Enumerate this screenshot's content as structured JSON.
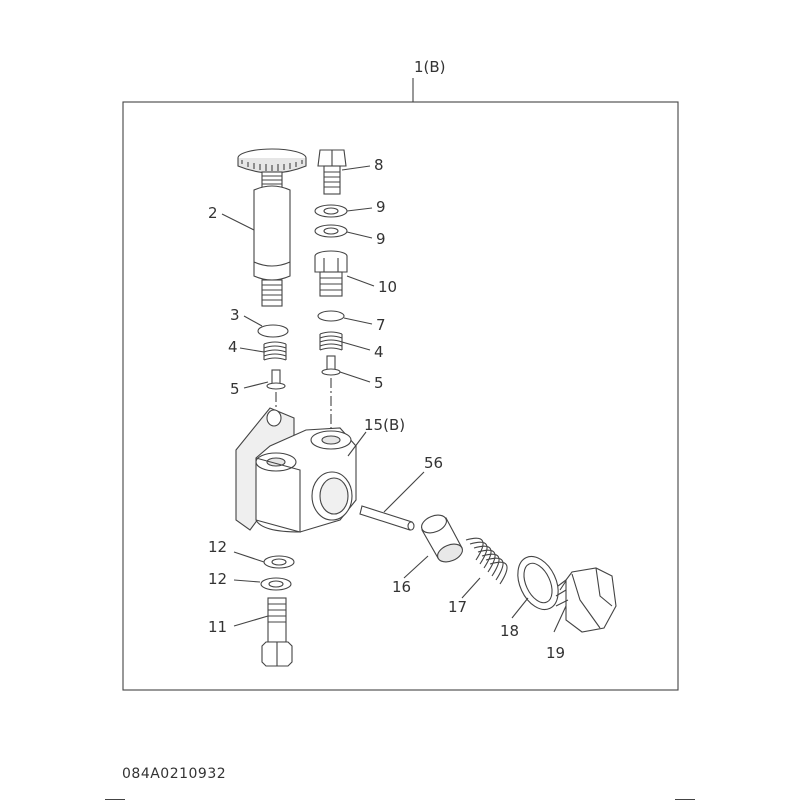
{
  "assembly_label": "1(B)",
  "part_labels": {
    "p2": "2",
    "p3": "3",
    "p4a": "4",
    "p5a": "5",
    "p8": "8",
    "p9a": "9",
    "p9b": "9",
    "p10": "10",
    "p7": "7",
    "p4b": "4",
    "p5b": "5",
    "p15": "15(B)",
    "p56": "56",
    "p12a": "12",
    "p12b": "12",
    "p11": "11",
    "p16": "16",
    "p17": "17",
    "p18": "18",
    "p19": "19"
  },
  "document_number": "084A0210932",
  "colors": {
    "line": "#444444",
    "fill": "#ffffff",
    "shade": "#d8d8d8"
  }
}
